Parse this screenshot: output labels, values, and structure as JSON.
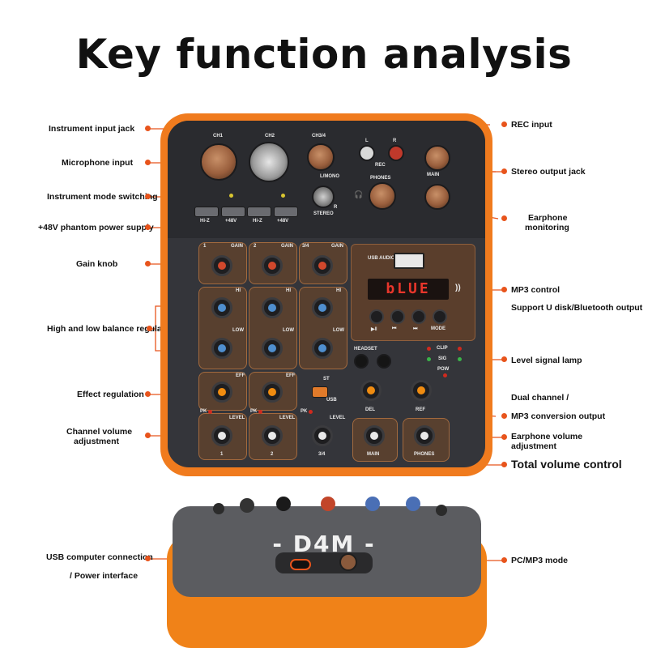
{
  "title": "Key function analysis",
  "callouts": {
    "instrument_input_jack": "Instrument input jack",
    "microphone_input": "Microphone input",
    "instrument_mode_switching": "Instrument mode switching",
    "phantom_power": "+48V phantom power supply",
    "gain_knob": "Gain knob",
    "high_low_balance": "High and low balance regulation",
    "effect_regulation": "Effect regulation",
    "channel_volume_1": "Channel volume",
    "channel_volume_2": "adjustment",
    "usb_connection_1": "USB computer connection",
    "usb_connection_2": "/ Power interface",
    "rec_input": "REC input",
    "stereo_output_jack": "Stereo output jack",
    "earphone_monitoring_1": "Earphone",
    "earphone_monitoring_2": "monitoring",
    "mp3_control": "MP3 control",
    "support_u_disk": "Support U disk/Bluetooth output",
    "level_signal_lamp": "Level signal lamp",
    "dual_channel_1": "Dual channel /",
    "dual_channel_2": "MP3 conversion output",
    "earphone_volume_1": "Earphone volume",
    "earphone_volume_2": "adjustment",
    "total_volume_control": "Total volume control",
    "pc_mp3_mode": "PC/MP3 mode"
  },
  "panel": {
    "ch1": "CH1",
    "ch2": "CH2",
    "ch34": "CH3/4",
    "lmono": "L/MONO",
    "r": "R",
    "stereo": "STEREO",
    "rec": "REC",
    "l": "L",
    "rr": "R",
    "phones": "PHONES",
    "main": "MAIN",
    "hiz": "Hi-Z",
    "v48": "+48V",
    "gain": "GAIN",
    "n1": "1",
    "n2": "2",
    "n34": "3/4",
    "hi": "HI",
    "low": "LOW",
    "eff": "EFF",
    "level": "LEVEL",
    "pk": "PK",
    "st": "ST",
    "usb": "USB",
    "usb_audio": "USB AUDIO",
    "display": "bLUE",
    "mode": "MODE",
    "headset": "HEADSET",
    "clip": "CLIP",
    "sig": "SIG",
    "pow": "POW",
    "del": "DEL",
    "ref": "REF",
    "main_knob": "MAIN",
    "phones_knob": "PHONES",
    "ch1_label": "1",
    "ch2_label": "2",
    "ch34_label": "3/4"
  },
  "bottom": {
    "logo": "- D4M -"
  },
  "colors": {
    "accent": "#e8541c",
    "device_orange": "#f07b1e",
    "panel_dark": "#34353a"
  }
}
